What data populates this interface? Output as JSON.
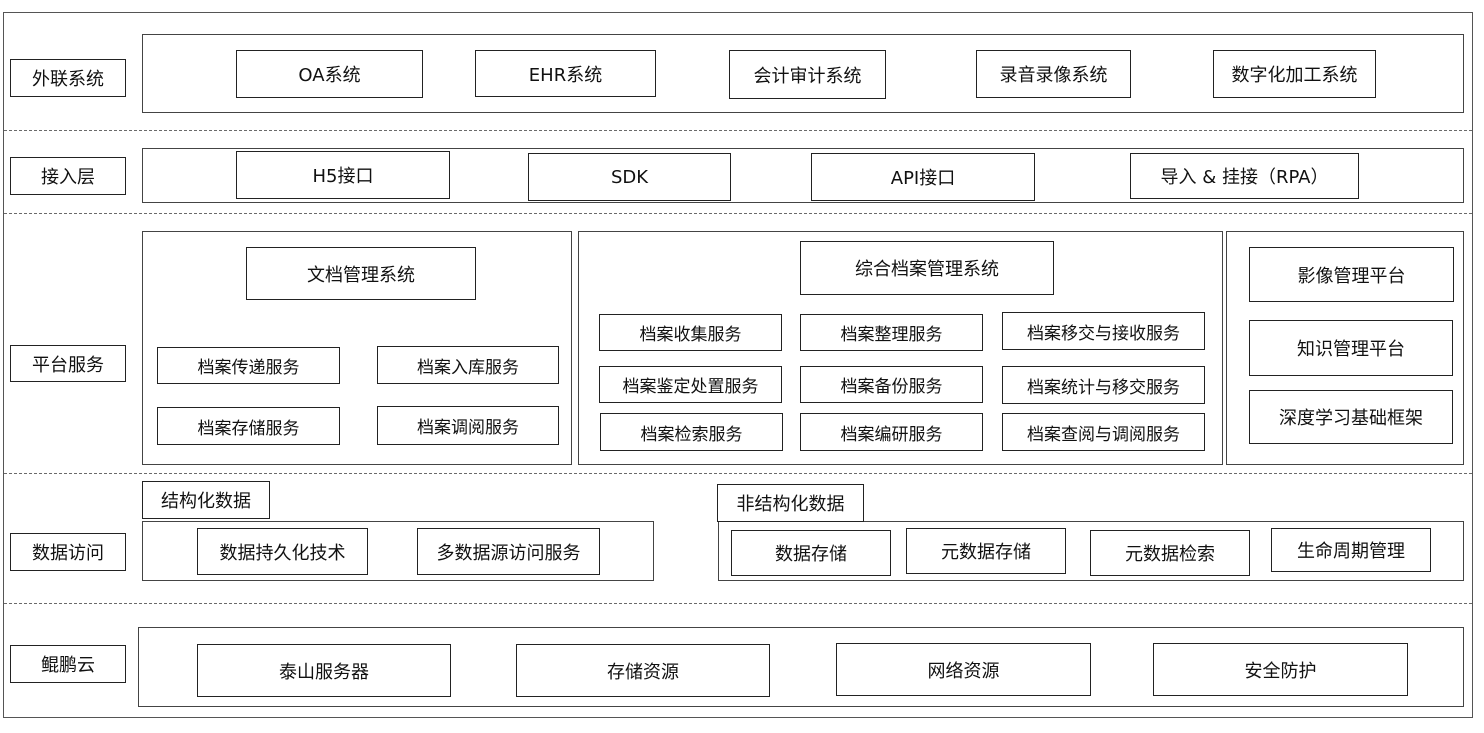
{
  "layers": {
    "external": {
      "label": "外联系统",
      "items": [
        "OA系统",
        "EHR系统",
        "会计审计系统",
        "录音录像系统",
        "数字化加工系统"
      ]
    },
    "access": {
      "label": "接入层",
      "items": [
        "H5接口",
        "SDK",
        "API接口",
        "导入 & 挂接（RPA）"
      ]
    },
    "platform": {
      "label": "平台服务",
      "doc_system": {
        "title": "文档管理系统",
        "services": [
          "档案传递服务",
          "档案入库服务",
          "档案存储服务",
          "档案调阅服务"
        ]
      },
      "archive_system": {
        "title": "综合档案管理系统",
        "services": [
          "档案收集服务",
          "档案整理服务",
          "档案移交与接收服务",
          "档案鉴定处置服务",
          "档案备份服务",
          "档案统计与移交服务",
          "档案检索服务",
          "档案编研服务",
          "档案查阅与调阅服务"
        ]
      },
      "platforms": [
        "影像管理平台",
        "知识管理平台",
        "深度学习基础框架"
      ]
    },
    "data_access": {
      "label": "数据访问",
      "structured": {
        "title": "结构化数据",
        "items": [
          "数据持久化技术",
          "多数据源访问服务"
        ]
      },
      "unstructured": {
        "title": "非结构化数据",
        "items": [
          "数据存储",
          "元数据存储",
          "元数据检索",
          "生命周期管理"
        ]
      }
    },
    "cloud": {
      "label": "鲲鹏云",
      "items": [
        "泰山服务器",
        "存储资源",
        "网络资源",
        "安全防护"
      ]
    }
  }
}
